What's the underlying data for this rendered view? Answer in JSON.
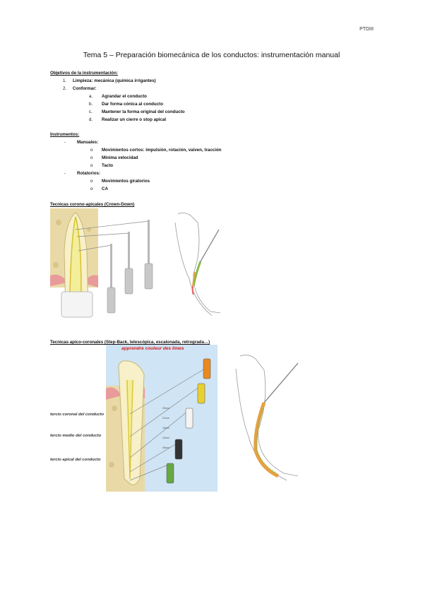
{
  "header": {
    "code": "PTDIII"
  },
  "title": "Tema 5 – Preparación biomecánica de los conductos: instrumentación manual",
  "objetivos": {
    "heading": "Objetivos de la instrumentación:",
    "items": [
      {
        "marker": "1.",
        "text": "Limpieza: mecánica (química irrigantes)"
      },
      {
        "marker": "2.",
        "text": "Conformar:"
      }
    ],
    "subitems": [
      {
        "marker": "a.",
        "text": "Agrandar el conducto"
      },
      {
        "marker": "b.",
        "text": "Dar forma cónica al conducto"
      },
      {
        "marker": "c.",
        "text": "Mantener la forma original del conducto"
      },
      {
        "marker": "d.",
        "text": "Realizar un cierre o stop apical"
      }
    ]
  },
  "instrumentos": {
    "heading": "Instrumentos:",
    "manuales": {
      "marker": "-",
      "text": "Manuales:",
      "items": [
        {
          "marker": "o",
          "text": "Movimientos cortos: impulsión, rotación, vaiven, tracción"
        },
        {
          "marker": "o",
          "text": "Mínima velocidad"
        },
        {
          "marker": "o",
          "text": "Tacto"
        }
      ]
    },
    "rotatorios": {
      "marker": "-",
      "text": "Rotatorios:",
      "items": [
        {
          "marker": "o",
          "text": "Movimientos giratorios"
        },
        {
          "marker": "o",
          "text": "CA"
        }
      ]
    }
  },
  "crown_down": {
    "heading": "Tecnicas corono-apicales (Crown-Down)"
  },
  "step_back": {
    "heading": "Tecnicas apico-coronales (Step-Back, telescópica, escalonada, retrograda…)",
    "figure_caption": "apprendre couleur des limes",
    "labels": [
      "tercio coronal del conducto",
      "tercio medio del conducto",
      "tercio apical del conducto"
    ],
    "file_marks": [
      "25mm",
      "21mm",
      "15mm",
      "10mm",
      "08mm"
    ]
  },
  "colors": {
    "bone": "#e9d9a6",
    "canal": "#f3ee9a",
    "gum": "#e99a9a",
    "caption": "#d62020",
    "bg_blue": "#cfe4f4"
  }
}
